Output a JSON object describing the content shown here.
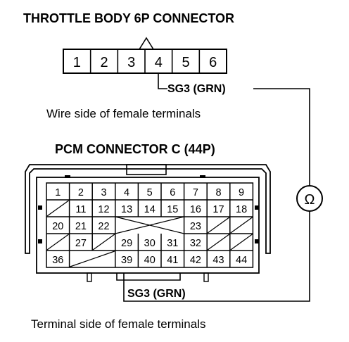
{
  "throttle_title": "THROTTLE BODY 6P CONNECTOR",
  "throttle_pins": [
    "1",
    "2",
    "3",
    "4",
    "5",
    "6"
  ],
  "throttle_wire_label": "SG3 (GRN)",
  "wire_side_caption": "Wire side of female terminals",
  "pcm_title": "PCM CONNECTOR C (44P)",
  "pcm_rows": [
    [
      "1",
      "2",
      "3",
      "4",
      "5",
      "6",
      "7",
      "8",
      "9"
    ],
    [
      "",
      "11",
      "12",
      "13",
      "14",
      "15",
      "16",
      "17",
      "18"
    ],
    [
      "20",
      "21",
      "22",
      "",
      "",
      "",
      "23",
      "",
      ""
    ],
    [
      "",
      "27",
      "",
      "29",
      "30",
      "31",
      "32",
      "",
      ""
    ],
    [
      "36",
      "",
      "",
      "39",
      "40",
      "41",
      "42",
      "43",
      "44"
    ]
  ],
  "pcm_wire_label": "SG3 (GRN)",
  "terminal_side_caption": "Terminal side of female terminals",
  "meter_symbol": "Ω",
  "meter_icon": "ohmmeter-icon"
}
